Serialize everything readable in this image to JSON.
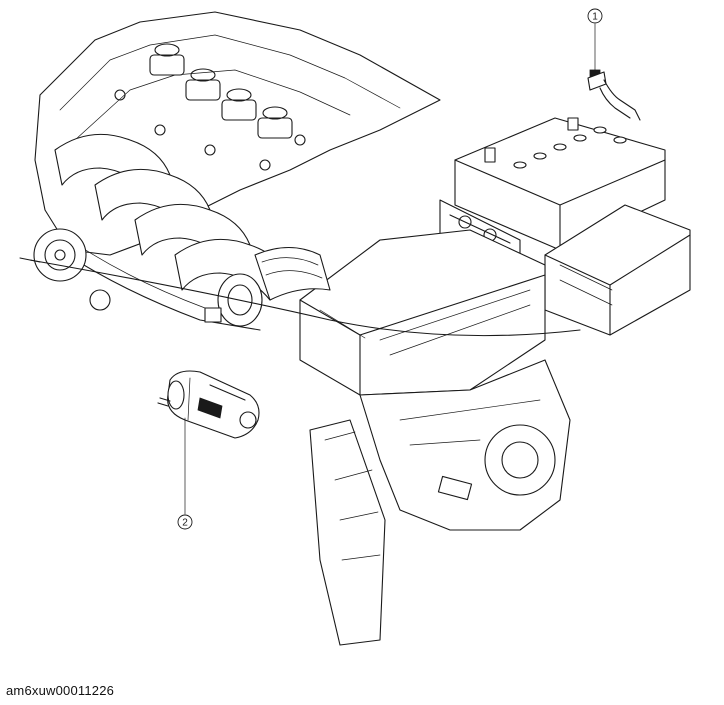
{
  "figure": {
    "image_code": "am6xuw00011226",
    "callouts": [
      {
        "number": "1",
        "target": "battery-negative-terminal"
      },
      {
        "number": "2",
        "target": "starter"
      }
    ]
  }
}
